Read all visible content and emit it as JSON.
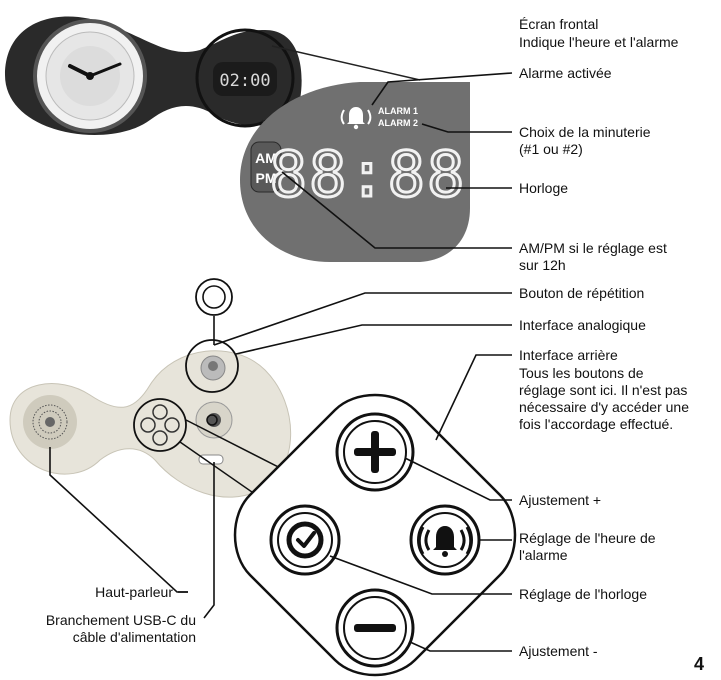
{
  "labels": {
    "ecran_frontal": "Écran frontal",
    "ecran_frontal_desc": "Indique l'heure et l'alarme",
    "alarme_activee": "Alarme activée",
    "choix_minuterie": "Choix de la minuterie (#1 ou #2)",
    "horloge": "Horloge",
    "ampm_reglage": "AM/PM si le réglage est sur 12h",
    "bouton_repetition": "Bouton de répétition",
    "interface_analogique": "Interface analogique",
    "interface_arriere": "Interface arrière",
    "interface_arriere_desc": "Tous les boutons de réglage sont ici. Il n'est pas nécessaire d'y accéder une fois l'accordage effectué.",
    "ajustement_plus": "Ajustement +",
    "reglage_heure_alarme": "Réglage de l'heure de l'alarme",
    "reglage_horloge": "Réglage de l'horloge",
    "ajustement_moins": "Ajustement -",
    "haut_parleur": "Haut-parleur",
    "branchement_usbc": "Branchement USB-C du câble d'alimentation"
  },
  "display": {
    "small_time": "02:00",
    "alarm1": "ALARM 1",
    "alarm2": "ALARM 2",
    "am": "AM",
    "pm": "PM",
    "digits": "88:88"
  },
  "page_number": "4",
  "colors": {
    "display_panel": "#6f6f6f",
    "clock_body": "#2a2a2a",
    "device_shell": "#e9e6dc",
    "button_outline": "#111111"
  },
  "icons": [
    "alarm-bell-icon",
    "plus-icon",
    "clock-check-icon",
    "minus-icon",
    "speaker-grille-icon",
    "usb-c-port-icon"
  ]
}
